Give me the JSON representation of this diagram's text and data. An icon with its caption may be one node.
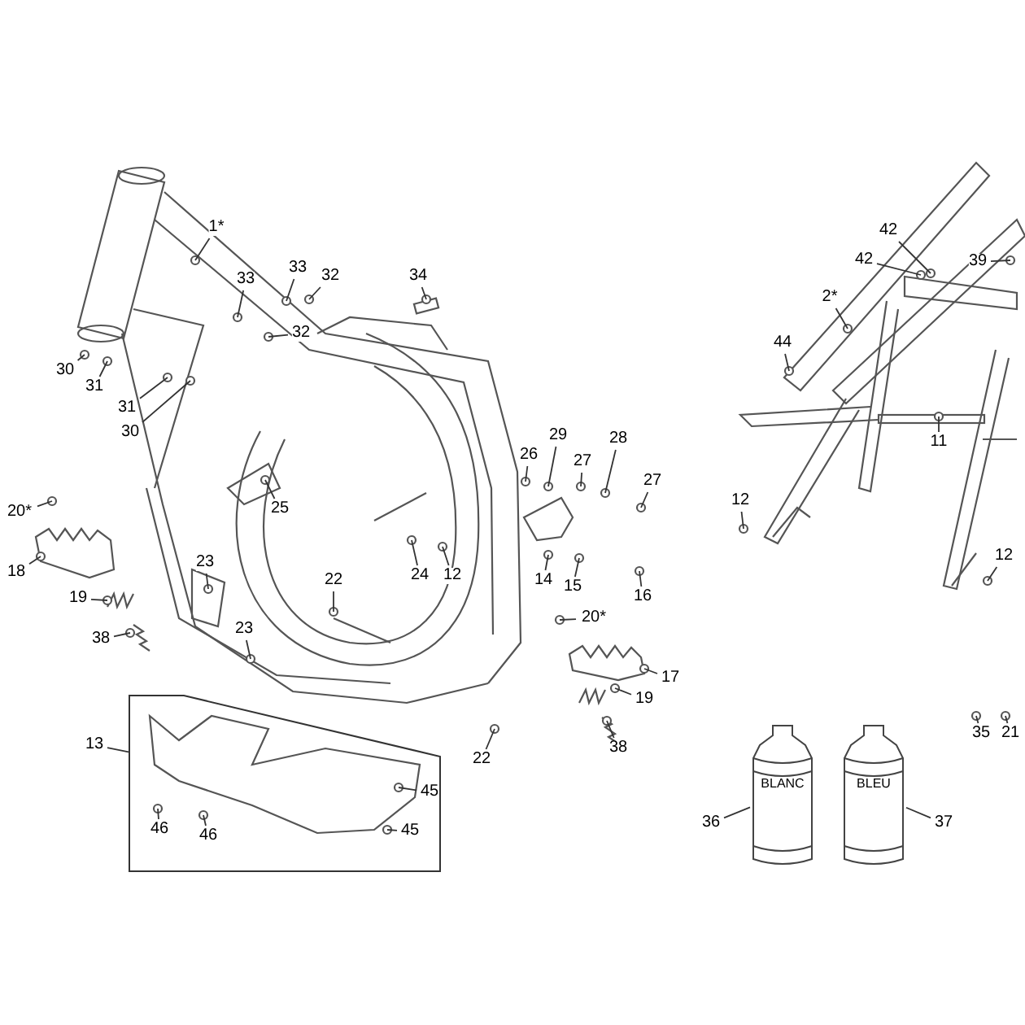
{
  "diagram": {
    "nodes": [
      {
        "text": [
          "1*"
        ]
      },
      {
        "text": [
          "33"
        ]
      },
      {
        "text": [
          "33"
        ]
      },
      {
        "text": [
          "32"
        ]
      },
      {
        "text": [
          "32"
        ]
      },
      {
        "text": [
          "34"
        ]
      },
      {
        "text": [
          "30"
        ]
      },
      {
        "text": [
          "31"
        ]
      },
      {
        "text": [
          "31"
        ]
      },
      {
        "text": [
          "30"
        ]
      },
      {
        "text": [
          "2*"
        ]
      },
      {
        "text": [
          "42"
        ]
      },
      {
        "text": [
          "42"
        ]
      },
      {
        "text": [
          "39"
        ]
      },
      {
        "text": [
          "44"
        ]
      },
      {
        "text": [
          "11"
        ]
      },
      {
        "text": [
          "12"
        ]
      },
      {
        "text": [
          "20*"
        ]
      },
      {
        "text": [
          "25"
        ]
      },
      {
        "text": [
          "26"
        ]
      },
      {
        "text": [
          "29"
        ]
      },
      {
        "text": [
          "27"
        ]
      },
      {
        "text": [
          "28"
        ]
      },
      {
        "text": [
          "27"
        ]
      },
      {
        "text": [
          "18"
        ]
      },
      {
        "text": [
          "23"
        ]
      },
      {
        "text": [
          "24"
        ]
      },
      {
        "text": [
          "12"
        ]
      },
      {
        "text": [
          "14"
        ]
      },
      {
        "text": [
          "15"
        ]
      },
      {
        "text": [
          "16"
        ]
      },
      {
        "text": [
          "12"
        ]
      },
      {
        "text": [
          "22"
        ]
      },
      {
        "text": [
          "19"
        ]
      },
      {
        "text": [
          "20*"
        ]
      },
      {
        "text": [
          "38"
        ]
      },
      {
        "text": [
          "23"
        ]
      },
      {
        "text": [
          "17"
        ]
      },
      {
        "text": [
          "19"
        ]
      },
      {
        "text": [
          "38"
        ]
      },
      {
        "text": [
          "35"
        ]
      },
      {
        "text": [
          "21"
        ]
      },
      {
        "text": [
          "13"
        ]
      },
      {
        "text": [],
        "shape": "box"
      },
      {
        "text": [
          "45"
        ],
        "in": 43
      },
      {
        "text": [
          "45"
        ],
        "in": 43
      },
      {
        "text": [
          "46"
        ],
        "in": 43
      },
      {
        "text": [
          "46"
        ],
        "in": 43
      },
      {
        "text": [
          "22"
        ]
      },
      {
        "text": [
          "BLANC"
        ]
      },
      {
        "text": [
          "BLEU"
        ]
      },
      {
        "text": [
          "36"
        ]
      },
      {
        "text": [
          "37"
        ]
      }
    ],
    "edges": [
      {
        "from": 0,
        "to": null,
        "arrow": "none"
      },
      {
        "from": 1,
        "to": null,
        "arrow": "none"
      },
      {
        "from": 2,
        "to": null,
        "arrow": "none"
      },
      {
        "from": 3,
        "to": null,
        "arrow": "none"
      },
      {
        "from": 4,
        "to": null,
        "arrow": "none"
      },
      {
        "from": 5,
        "to": null,
        "arrow": "none"
      },
      {
        "from": 6,
        "to": null,
        "arrow": "none"
      },
      {
        "from": 7,
        "to": null,
        "arrow": "none"
      },
      {
        "from": 8,
        "to": null,
        "arrow": "none"
      },
      {
        "from": 9,
        "to": null,
        "arrow": "none"
      },
      {
        "from": 10,
        "to": null,
        "arrow": "none"
      },
      {
        "from": 11,
        "to": null,
        "arrow": "none"
      },
      {
        "from": 12,
        "to": null,
        "arrow": "none"
      },
      {
        "from": 13,
        "to": null,
        "arrow": "none"
      },
      {
        "from": 14,
        "to": null,
        "arrow": "none"
      },
      {
        "from": 15,
        "to": null,
        "arrow": "none"
      },
      {
        "from": 16,
        "to": null,
        "arrow": "none"
      },
      {
        "from": 17,
        "to": null,
        "arrow": "none"
      },
      {
        "from": 18,
        "to": null,
        "arrow": "none"
      },
      {
        "from": 19,
        "to": null,
        "arrow": "none"
      },
      {
        "from": 20,
        "to": null,
        "arrow": "none"
      },
      {
        "from": 21,
        "to": null,
        "arrow": "none"
      },
      {
        "from": 22,
        "to": null,
        "arrow": "none"
      },
      {
        "from": 23,
        "to": null,
        "arrow": "none"
      },
      {
        "from": 24,
        "to": null,
        "arrow": "none"
      },
      {
        "from": 25,
        "to": null,
        "arrow": "none"
      },
      {
        "from": 26,
        "to": null,
        "arrow": "none"
      },
      {
        "from": 27,
        "to": null,
        "arrow": "none"
      },
      {
        "from": 28,
        "to": null,
        "arrow": "none"
      },
      {
        "from": 29,
        "to": null,
        "arrow": "none"
      },
      {
        "from": 30,
        "to": null,
        "arrow": "none"
      },
      {
        "from": 31,
        "to": null,
        "arrow": "none"
      },
      {
        "from": 32,
        "to": null,
        "arrow": "none"
      },
      {
        "from": 33,
        "to": null,
        "arrow": "none"
      },
      {
        "from": 34,
        "to": null,
        "arrow": "none"
      },
      {
        "from": 35,
        "to": null,
        "arrow": "none"
      },
      {
        "from": 36,
        "to": null,
        "arrow": "none"
      },
      {
        "from": 37,
        "to": null,
        "arrow": "none"
      },
      {
        "from": 38,
        "to": null,
        "arrow": "none"
      },
      {
        "from": 39,
        "to": null,
        "arrow": "none"
      },
      {
        "from": 40,
        "to": null,
        "arrow": "none"
      },
      {
        "from": 41,
        "to": null,
        "arrow": "none"
      },
      {
        "from": 42,
        "to": 43,
        "arrow": "none"
      },
      {
        "from": 44,
        "to": null,
        "arrow": "none"
      },
      {
        "from": 45,
        "to": null,
        "arrow": "none"
      },
      {
        "from": 46,
        "to": null,
        "arrow": "none"
      },
      {
        "from": 47,
        "to": null,
        "arrow": "none"
      },
      {
        "from": 48,
        "to": null,
        "arrow": "none"
      },
      {
        "from": 51,
        "to": 49,
        "arrow": "none"
      },
      {
        "from": 52,
        "to": 50,
        "arrow": "none"
      }
    ]
  }
}
